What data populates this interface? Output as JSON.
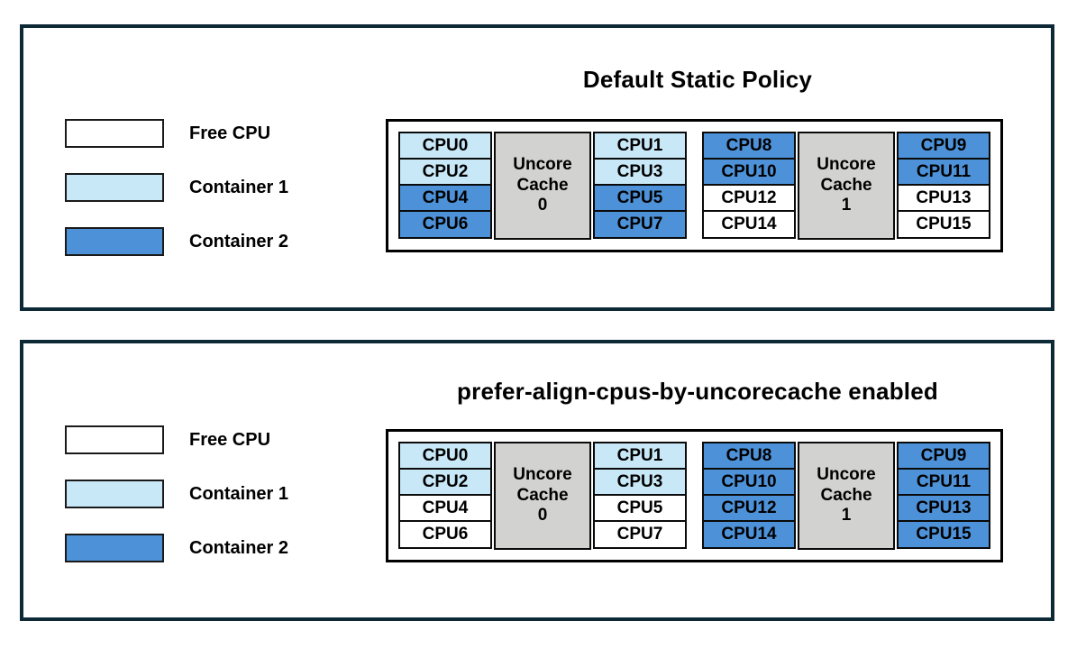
{
  "colors": {
    "free_cpu": "#FFFFFF",
    "container1": "#C8E8F8",
    "container2": "#4D92D8",
    "uncore_cache_bg": "#D2D2D0",
    "panel_border": "#0D2936",
    "cell_border": "#0A0A0A"
  },
  "legend": {
    "items": [
      {
        "label": "Free CPU",
        "type": "free"
      },
      {
        "label": "Container 1",
        "type": "container1"
      },
      {
        "label": "Container 2",
        "type": "container2"
      }
    ]
  },
  "panels": [
    {
      "title": "Default Static Policy",
      "groups": [
        {
          "cache_text": "Uncore\nCache\n0",
          "left": [
            {
              "label": "CPU0",
              "type": "container1"
            },
            {
              "label": "CPU2",
              "type": "container1"
            },
            {
              "label": "CPU4",
              "type": "container2"
            },
            {
              "label": "CPU6",
              "type": "container2"
            }
          ],
          "right": [
            {
              "label": "CPU1",
              "type": "container1"
            },
            {
              "label": "CPU3",
              "type": "container1"
            },
            {
              "label": "CPU5",
              "type": "container2"
            },
            {
              "label": "CPU7",
              "type": "container2"
            }
          ]
        },
        {
          "cache_text": "Uncore\nCache\n1",
          "left": [
            {
              "label": "CPU8",
              "type": "container2"
            },
            {
              "label": "CPU10",
              "type": "container2"
            },
            {
              "label": "CPU12",
              "type": "free"
            },
            {
              "label": "CPU14",
              "type": "free"
            }
          ],
          "right": [
            {
              "label": "CPU9",
              "type": "container2"
            },
            {
              "label": "CPU11",
              "type": "container2"
            },
            {
              "label": "CPU13",
              "type": "free"
            },
            {
              "label": "CPU15",
              "type": "free"
            }
          ]
        }
      ]
    },
    {
      "title": "prefer-align-cpus-by-uncorecache enabled",
      "groups": [
        {
          "cache_text": "Uncore\nCache\n0",
          "left": [
            {
              "label": "CPU0",
              "type": "container1"
            },
            {
              "label": "CPU2",
              "type": "container1"
            },
            {
              "label": "CPU4",
              "type": "free"
            },
            {
              "label": "CPU6",
              "type": "free"
            }
          ],
          "right": [
            {
              "label": "CPU1",
              "type": "container1"
            },
            {
              "label": "CPU3",
              "type": "container1"
            },
            {
              "label": "CPU5",
              "type": "free"
            },
            {
              "label": "CPU7",
              "type": "free"
            }
          ]
        },
        {
          "cache_text": "Uncore\nCache\n1",
          "left": [
            {
              "label": "CPU8",
              "type": "container2"
            },
            {
              "label": "CPU10",
              "type": "container2"
            },
            {
              "label": "CPU12",
              "type": "container2"
            },
            {
              "label": "CPU14",
              "type": "container2"
            }
          ],
          "right": [
            {
              "label": "CPU9",
              "type": "container2"
            },
            {
              "label": "CPU11",
              "type": "container2"
            },
            {
              "label": "CPU13",
              "type": "container2"
            },
            {
              "label": "CPU15",
              "type": "container2"
            }
          ]
        }
      ]
    }
  ]
}
